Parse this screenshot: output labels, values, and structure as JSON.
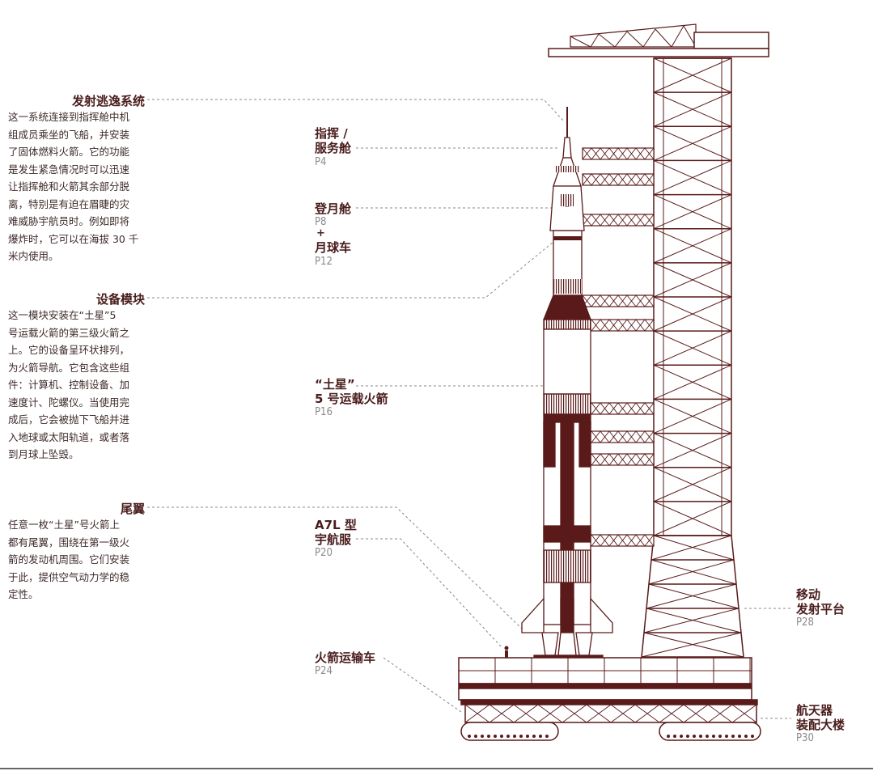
{
  "left_descriptions": [
    {
      "title": "发射逃逸系统",
      "lines": [
        "这一系统连接到指挥舱中机",
        "组成员乘坐的飞船，并安装",
        "了固体燃料火箭。它的功能",
        "是发生紧急情况时可以迅速",
        "让指挥舱和火箭其余部分脱",
        "离，特别是有迫在眉睫的灾",
        "难威胁宇航员时。例如即将",
        "爆炸时，它可以在海拔 30 千",
        "米内使用。"
      ]
    },
    {
      "title": "设备模块",
      "lines": [
        "这一模块安装在“土星”5",
        "号运载火箭的第三级火箭之",
        "上。它的设备呈环状排列，",
        "为火箭导航。它包含这些组",
        "件：计算机、控制设备、加",
        "速度计、陀螺仪。当使用完",
        "成后，它会被抛下飞船并进",
        "入地球或太阳轨道，或者落",
        "到月球上坠毁。"
      ]
    },
    {
      "title": "尾翼",
      "lines": [
        "任意一枚“土星”号火箭上",
        "都有尾翼，围绕在第一级火",
        "箭的发动机周围。它们安装",
        "于此，提供空气动力学的稳",
        "定性。"
      ]
    }
  ],
  "callouts": [
    {
      "name": "command-service-module",
      "lines": [
        "指挥 /",
        "服务舱"
      ],
      "page": "P4"
    },
    {
      "name": "lunar-module",
      "lines": [
        "登月舱"
      ],
      "page": "P8",
      "plus": "+",
      "lines2": [
        "月球车"
      ],
      "page2": "P12"
    },
    {
      "name": "saturn-v",
      "lines": [
        "“土星”",
        "5 号运载火箭"
      ],
      "page": "P16"
    },
    {
      "name": "a7l-suit",
      "lines": [
        "A7L 型",
        "宇航服"
      ],
      "page": "P20"
    },
    {
      "name": "crawler",
      "lines": [
        "火箭运输车"
      ],
      "page": "P24"
    },
    {
      "name": "mobile-launcher",
      "lines": [
        "移动",
        "发射平台"
      ],
      "page": "P28"
    },
    {
      "name": "vab",
      "lines": [
        "航天器",
        "装配大楼"
      ],
      "page": "P30"
    }
  ],
  "colors": {
    "ink": "#4a1c1c",
    "dark": "#5a1a1a",
    "guide": "#888888"
  }
}
